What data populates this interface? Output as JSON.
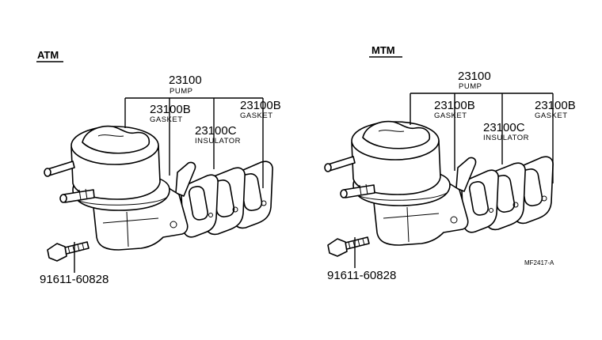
{
  "headers": {
    "atm": "ATM",
    "mtm": "MTM"
  },
  "atm": {
    "pump_no": "23100",
    "pump_name": "PUMP",
    "gasket1_no": "23100B",
    "gasket1_name": "GASKET",
    "gasket2_no": "23100B",
    "gasket2_name": "GASKET",
    "insulator_no": "23100C",
    "insulator_name": "INSULATOR",
    "bolt_no": "91611-60828"
  },
  "mtm": {
    "pump_no": "23100",
    "pump_name": "PUMP",
    "gasket1_no": "23100B",
    "gasket1_name": "GASKET",
    "gasket2_no": "23100B",
    "gasket2_name": "GASKET",
    "insulator_no": "23100C",
    "insulator_name": "INSULATOR",
    "bolt_no": "91611-60828"
  },
  "figure_ref": "MF2417-A"
}
